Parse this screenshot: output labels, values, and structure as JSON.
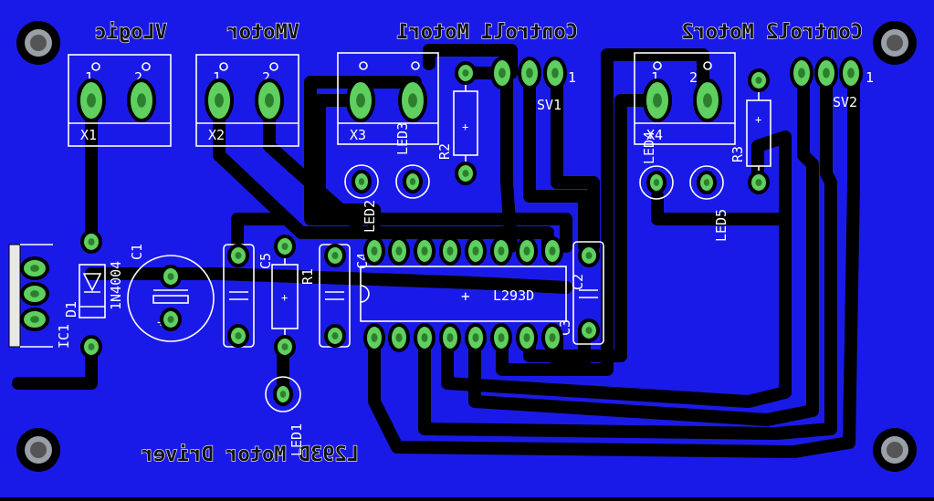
{
  "board": {
    "background_color": "#1a1ae8",
    "silkscreen_color": "#ffffff",
    "pad_color": "#5fd060",
    "track_color": "#000000"
  },
  "headers": {
    "vlogic": "VLogic",
    "vmotor": "VMotor",
    "control1": "Control1 Motor1",
    "control2": "Control2 Motor2",
    "footer": "L293D Motor Driver"
  },
  "parts": {
    "x1": "X1",
    "x2": "X2",
    "x3": "X3",
    "x4": "X4",
    "pin1": "1",
    "pin2": "2",
    "sv1": "SV1",
    "sv2": "SV2",
    "r1": "R1",
    "r2": "R2",
    "r3": "R3",
    "c1": "C1",
    "c2": "C2",
    "c3": "C3",
    "c4": "C4",
    "c5": "C5",
    "d1": "D1",
    "diode_part": "1N4004",
    "ic1": "IC1",
    "ic2": "L293D",
    "led1": "LED1",
    "led2": "LED2",
    "led3": "LED3",
    "led4": "LED4",
    "led5": "LED5"
  }
}
